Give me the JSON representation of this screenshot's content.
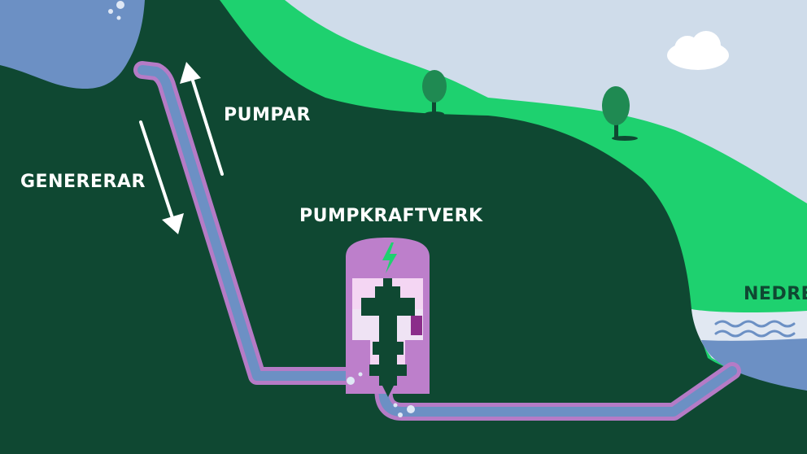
{
  "labels": {
    "pumpar": "PUMPAR",
    "genererar": "GENERERAR",
    "pumpkraftverk": "PUMPKRAFTVERK",
    "nedre": "NEDRE"
  },
  "icons": {
    "power": "lightning-bolt",
    "flow_up": "arrow-up",
    "flow_down": "arrow-down"
  },
  "colors": {
    "sky": "#cfdcea",
    "mountain": "#0f4832",
    "grass": "#1ed16f",
    "water": "#6c90c4",
    "pipe_casing": "#b57bc6",
    "station": "#bd7fcb",
    "arrow": "#ffffff",
    "bolt": "#1ed16f"
  }
}
